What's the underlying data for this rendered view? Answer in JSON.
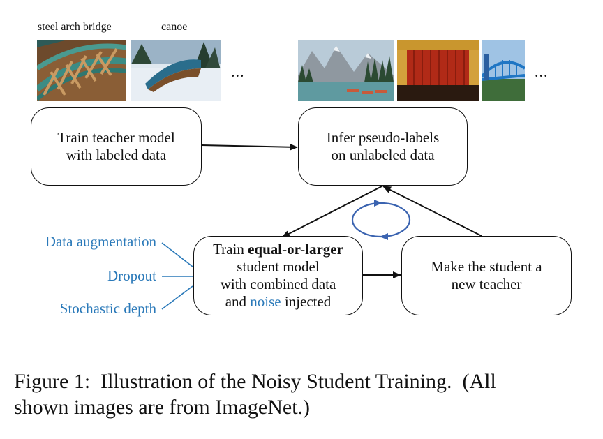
{
  "labeled_images": {
    "label_1": "steel arch bridge",
    "label_2": "canoe",
    "ellipsis": "..."
  },
  "unlabeled_images": {
    "ellipsis": "..."
  },
  "boxes": {
    "teacher_line1": "Train teacher model",
    "teacher_line2": "with labeled data",
    "infer_line1": "Infer pseudo-labels",
    "infer_line2": "on unlabeled data",
    "student_part1": "Train ",
    "student_bold": "equal-or-larger",
    "student_part2": " student model",
    "student_line3": "with combined data",
    "student_and": "and ",
    "student_noise": "noise",
    "student_injected": " injected",
    "new_teacher_line1": "Make the student a",
    "new_teacher_line2": "new teacher"
  },
  "noise_types": [
    "Data augmentation",
    "Dropout",
    "Stochastic depth"
  ],
  "caption": {
    "line1": "Figure 1:  Illustration of the Noisy Student Training.  (All",
    "line2": "shown images are from ImageNet.)"
  },
  "colors": {
    "noise_blue": "#2a79b9",
    "cycle_blue": "#3a63b0"
  }
}
